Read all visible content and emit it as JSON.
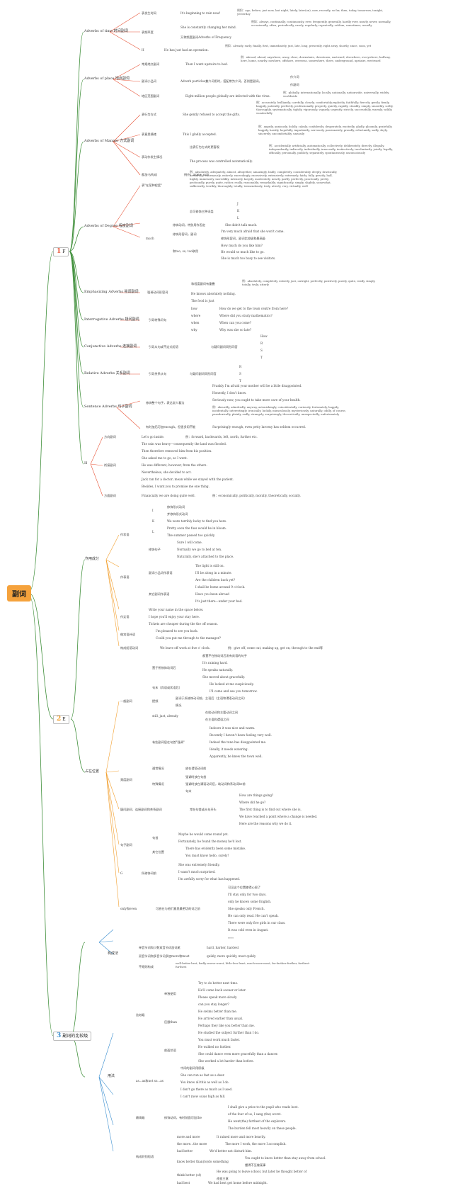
{
  "root": {
    "label": "副词",
    "color": "#f5a23c"
  },
  "sections": [
    {
      "num": "1",
      "label": "F",
      "color": "#e8563a"
    },
    {
      "num": "2",
      "label": "E",
      "color": "#f2a02f"
    },
    {
      "num": "3",
      "label": "副词的比较级",
      "color": "#3b8fd0"
    }
  ],
  "s1": {
    "time": {
      "label": "Adverbs of time 时间副词",
      "c1": "表发生时间",
      "c1ex": "It's beginning to rain now!",
      "c1list": "例如：ago, before, just now, last night, lately, later(on), now, recently, so far, then, today, tomorrow, tonight, yesterday",
      "c2": "表频率度",
      "c2ex": "She is constantly changing her mind.",
      "c2list": "例如：always, continually, continuously, ever, frequently, generally, hardly ever, nearly, never, normally, occasionally, often, periodically, rarely, regularly, repeatedly, seldom, sometimes, usually",
      "c3": "又称频度副词Adverbs of Frequency",
      "c4": "H",
      "c4ex": "He has just had an operation.",
      "c4list": "例如：already, early, finally, first, immediately, just, late, long, presently, right away, shortly, since, soon, yet"
    },
    "place": {
      "label": "Adverbs of place 地点副词",
      "c1": "常规地点副词",
      "c1ex": "Then I went upstairs to bed.",
      "c1list": "例：abroad, ahead, anywhere, away, close, downstairs, downtown, eastward, elsewhere, everywhere, halfway, here, home, nearby, nowhere, offshore, overseas, somewhere, there, underground, upstairs, westward",
      "c2": "副词小品词",
      "c2ex": "Adverb particles兼介词用时，搭配常为介词，否则是副词。",
      "c2a": "作介词",
      "c2b": "作副词",
      "c3": "地区范围副词",
      "c3ex": "Eight million people globally are infected with the virus.",
      "c3list": "例：globally, internationally, locally, nationally, nationwide, universally, widely, worldwide"
    },
    "manner": {
      "label": "Adverbs of Manner 方式副词",
      "c1": "表行为方式",
      "c1ex": "She gently refused to accept the gifts.",
      "c1list": "例：accurately, brilliantly, carefully, clearly, comfortably,explicitly, faithfully, fiercely, gently, firmly, happily, patiently, perfectly, professionally, properly, quietly, rapidly, steadily, simply, smoothly, softly, thoroughly, systematically, tightly, vigorously, vaguely, urgently, strictly, successfully, warmly, wildly, wonderfully",
      "c2": "表意思情绪",
      "c2ex": "This I gladly accepted.",
      "c2list": "例：angrily, anxiously, boldly, calmly, confidently, desperately, excitedly, gladly, gloomily, gratefully, happily, hastily, hopefully, impatiently, nervously, passionately, proudly, reluctantly, sadly, shyly, sincerely, uncomfortably, uneasily",
      "c3": "表动作发生情况",
      "c3a": "比表行为方式的更客观",
      "c3ex": "The process was controlled automatically.",
      "c3list": "例：accidentally, artificially, automatically, collectively, deliberately, directly, illegally, independently, indirectly, individually, innocently, instinctively, involuntarily, jointly, legally, officially, personally, publicly, separately, spontaneously, unconsciously",
      "c4": "都加-ly构成",
      "c4ex": "例外：alone, solo"
    },
    "degree": {
      "label": "Adverbs of Degree 程度副词",
      "c1": "表\"在某种程度\"",
      "c1list": "例：absolutely, adequately, almost, altogether, amazingly, badly, completely, considerably, deeply, drastically, dreadfully, enormously, entirely, exceedingly, excessively, extensively, extremely, fairly, fully, greatly, half, highly, immensely, incredibly, intensely, largely, moderately, nearly, partly, perfectly, practically, pretty, profoundly, purely, quite, rather, really, reasonably, remarkably, significantly, simply, slightly, somewhat, sufficiently, terribly, thoroughly, totally, tremendously, truly, utterly, very, virtually, well",
      "c2": "总可修饰三种词类",
      "c2a": "J",
      "c2b": "K",
      "c2c": "L",
      "c3": "much",
      "c3a": "修饰动词，特别用作否定",
      "c3aex": "She didn't talk much.",
      "c3b": "修饰形容词，副词",
      "c3bex1": "I'm very much afraid that she won't come.",
      "c3bex2": "修饰形容词，副词比较级和最高级",
      "c3c": "和too, so, too联用",
      "c3cex1": "How much do you like him?",
      "c3cex2": "He would so much like to go.",
      "c3cex3": "She is much too busy to see visitors."
    },
    "emph": {
      "label": "Emphasizing Adverbs 强调副词",
      "c1": "强调动词形容词",
      "c1a": "和程度副词有重叠",
      "c1list": "例：absolutely, completely, entirely, just, outright, perfectly, positively, purely, quite, really, simply, totally, truly, utterly",
      "c1ex1": "He knows absolutely nothing.",
      "c1ex2": "The food is just"
    },
    "inter": {
      "label": "Interrogative Adverbs 疑问副词",
      "c1": "引导特殊问句",
      "rows": [
        {
          "w": "how",
          "ex": "How do we get to the town centre from here?"
        },
        {
          "w": "where",
          "ex": "Where did you study mathematics?"
        },
        {
          "w": "when",
          "ex": "When can you come?"
        },
        {
          "w": "why",
          "ex": "Why was she so late?"
        }
      ]
    },
    "conj": {
      "label": "Conjunctive Adverbs 连接副词",
      "c1": "引导从句或不定式短语",
      "c2": "与疑问副词同形同音",
      "items": [
        "How",
        "R",
        "S",
        "T"
      ]
    },
    "rel": {
      "label": "Relative Adverbs 关系副词",
      "c1": "引导关系从句",
      "c2": "与疑问副词同形同音",
      "items": [
        "R",
        "S",
        "T"
      ]
    },
    "sent": {
      "label": "Sentence Adverbs 句子副词",
      "c1": "修饰整个句子，表达说人看法",
      "ex1": "Frankly I'm afraid your mother will be a little disappointed.",
      "ex2": "Honestly, I don't know.",
      "ex3": "Seriously now, you ought to take more care of your health.",
      "list": "例：absurdly, admittedly, anyway, astonishingly, coincidentally, curiously, fortunately, happily, incidentally, interestingly, ironically, luckily, miraculously, mysteriously, naturally, oddly, of course, paradoxically, plainly, sadly, strangely, surprisingly, theoretically, unexpectedly, unfortunately",
      "c2": "有时加后可加enough，但很多用不能",
      "c2ex": "Surprisingly enough, even petty larceny has seldom occurred."
    },
    "h": {
      "label": "H",
      "c1": "方向副词",
      "c1ex": "Let's go inside.",
      "c1list": "例：forward, backwards, left, north, further etc.",
      "c2": "衔接副词",
      "ex": [
        "The rain was heavy—consequently the land was flooded.",
        "Then therefore removed him from his position.",
        "She asked me to go, so I went.",
        "He was different, however, from the others.",
        "Nevertheless, she decided to act.",
        "Jack ran for a doctor; mean while we stayed with the patient.",
        "Besides, I want you to promise me one thing."
      ],
      "c3": "方面副词",
      "c3ex": "Financially we are doing quite well.",
      "c3list": "例：economically, politically, morally, theoretically, socially."
    }
  },
  "s2": {
    "func": {
      "label": "作用成分",
      "adv": {
        "label": "作状语",
        "i": "I",
        "ia": "修饰形式动词",
        "ib": "并修饰形式动词",
        "k": "K",
        "kex": "We were terribly lucky to find you here.",
        "l": "L",
        "lex1": "Pretty soon the fuss would be in bloom.",
        "lex2": "The summer passed too quickly.",
        "m": "修饰句子",
        "mex1": "Sure I will come.",
        "mex2": "Normally we go to bed at ten.",
        "mex3": "Naturally, she's attached to the place."
      },
      "pred": {
        "label": "作表语",
        "a": "副词小品词作表语",
        "aex1": "The light is still on.",
        "aex2": "I'll be along in a minute.",
        "aex3": "Are the children back yet?",
        "b": "其它副词作表语",
        "bex1": "I shall be home around 9 o'clock.",
        "bex2": "Have you been abroad",
        "bex3": "It's just there—under your bed."
      },
      "attr": {
        "label": "作定语",
        "ex1": "Write your name in the space below.",
        "ex2": "I hope you'll enjoy your stay here.",
        "ex3": "Tickets are cheaper during the the off season."
      },
      "obj": {
        "label": "做宾语补语",
        "ex1": "I'm pleased to see you back.",
        "ex2": "Could you put me through to the manager?"
      },
      "phr": {
        "label": "构成短语动词",
        "ex": "We leave off work at five o' clock.",
        "list": "例：give off, come out, making up, get on, through to the end等"
      }
    },
    "pos": {
      "label": "占在位置",
      "gen": {
        "label": "一般副词",
        "a": "置于所修饰动词后",
        "a1": "都置不在物动词后发有宾语的句子",
        "aex1": "It's raining hard.",
        "aex2": "He speaks naturally.",
        "aex3": "She moved about gracefully.",
        "b": "句末（宾语或状语后）",
        "bex1": "He looked at me suspiciously.",
        "bex2": "I'll come and see you tomorrow.",
        "c": "提频",
        "c1": "副词于所修饰动词前，主语后（主语和谓语动词之间）",
        "c2": "情况",
        "d": "still, just, already",
        "d1": "在助动词和主要动词之间",
        "d2": "在主语和谓语之间",
        "e": "有些副词居在句首\"强调\"",
        "eex1": "Indoors it was nice and warm.",
        "eex2": "Recently I haven't been feeling very well.",
        "eex3": "Indeed the tune has disappointed me.",
        "eex4": "Ideally, it needs watering.",
        "eex5": "Apparently, he knew the town well."
      },
      "freq": {
        "label": "频度副词",
        "a": "通常情况",
        "a1": "放在谓语动词前",
        "b": "特殊情况",
        "b1": "强调时放在句首",
        "b2": "强调时放在谓语动词后，助动词和系动词be前",
        "b3": "句末"
      },
      "inter": {
        "label": "疑问副词、连接副词和关系副词",
        "a": "常在句首或从句开头",
        "ex": [
          "How are things going?",
          "Where did he go?",
          "The first thing is to find out where she is.",
          "We have reached a point where a change is needed.",
          "Here are the reasons why we do it."
        ]
      },
      "sent": {
        "label": "句子副词",
        "a": "句首",
        "aex1": "Maybe he would come round yet.",
        "aex2": "Fortunately, he found the money he'd lost.",
        "b": "其它位置",
        "bex1": "There has evidently been some mistake.",
        "bex2": "You must know hello, surely!"
      },
      "g": {
        "label": "G",
        "a": "所修饰词前",
        "aex1": "She was extremely friendly.",
        "aex2": "I wasn't much surprised.",
        "aex3": "I'm awfully sorry for what has happened."
      },
      "only": {
        "label": "only和even",
        "a": "可放在与他们意思最密切的词之前",
        "ex": [
          "可见这个位置使得心很了",
          "I'll stay only for two days.",
          "only he knows some English.",
          "She speaks only French.",
          "He can only read. He can't speak.",
          "There were only five girls in our class.",
          "It was cold even in August.",
          "。。。。"
        ]
      }
    }
  },
  "s3": {
    "form": {
      "label": "构成法",
      "a": "单音节词和少数双音节词加词尾",
      "aex": "hard, harder, hardest",
      "b": "双音节词和多音节词多加more和most",
      "bex": "quikly, more quickly, most quikly",
      "c": "不规则构成",
      "cex": "well-better-best, badly-worse-worst, little-less-least, much-more-most, far-farther-further, farthest-furthest"
    },
    "use": {
      "label": "用法",
      "cmp": {
        "label": "比较级",
        "a": "单独使用",
        "aex": [
          "Try to do better next time.",
          "He'll come back sooner or later.",
          "Please speak more slowly.",
          "can you stay longer?"
        ],
        "b": "后跟than",
        "bex": [
          "He swims better than me.",
          "He arrived earlier than usual.",
          "Perhaps they like you better than me.",
          "He studied the subject further than I do."
        ],
        "c": "前面状语",
        "cex": [
          "You must work much faster.",
          "He walked no further.",
          "She could dance even more gracefully than a dancer.",
          "She worked a lot harder than before."
        ]
      },
      "as": {
        "label": "as...as和not so...as",
        "ex": [
          "中间的副词用原级",
          "She can run as fast as a deer.",
          "You know all this as well as I do.",
          "I don't go there as much as I used.",
          "I can't (now so)as high as hill."
        ]
      },
      "sup": {
        "label": "最高级",
        "a": "修饰动词，有时前面可加the",
        "ex": [
          "I shall give a prize to the pupil who reads best.",
          "of the four of us, I sang (the) worst.",
          "He went(the) farthest of the explorers.",
          "The burden fell most heavily on these people."
        ]
      },
      "spec": {
        "label": "构成特别短语",
        "rows": [
          {
            "w": "more and more",
            "ex": "It rained more and more heavily."
          },
          {
            "w": "the more...the more",
            "ex": "The more I work, the more I accomplish."
          },
          {
            "w": "had better",
            "ex": "We'd better not disturb him."
          },
          {
            "w": "know better than(to)do something",
            "ex": "You ought to know better than stay away from school.",
            "ex2": "懂得不至做某事"
          },
          {
            "w": "think better (of)",
            "ex": "He was going to leave school, but later he thought better of",
            "ex2": "改变主意"
          },
          {
            "w": "had best",
            "ex": "We had best get home before midnight."
          }
        ]
      }
    }
  }
}
